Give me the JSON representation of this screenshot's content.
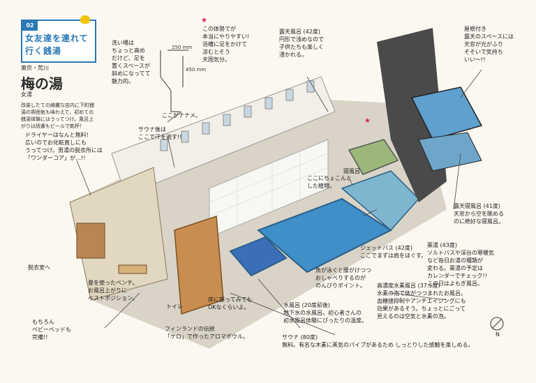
{
  "header": {
    "number": "02",
    "series_title": "女友達を連れて行く銭湯",
    "location": "東京・荒川",
    "name": "梅の湯",
    "subtitle": "女湯",
    "description": "改装したての綺麗な店内に下町銭湯の雰囲気も味わえて、初めての銭湯体験にはうってつけ。風呂上がりは読書もビールで乾杯！"
  },
  "annotations": {
    "washing_area": "洗い場は\nちょっと高め\nだけど、足を\n置くスペースが\n斜めになってて\n魅力的。",
    "dim_width": "250 mm",
    "dim_height": "450 mm",
    "naname": "ここがナナメ。",
    "rest_posture": "この体勢でが\n本当にやりやすい!\n浴槽に足をかけて\n涼むとそう\n天国気分。",
    "outdoor_bath": "露天風呂 (42度)\n円形で浅めなので\n子供たちも楽しく\n浸かれる。",
    "roofed": "屋根付き\n露天のスペースには\n天窓が光がふり\nそそいで気持ち\nいい〜!!",
    "dryer": "ドライヤーはなんと無料!\n広いのでお化粧直しにも\nうってつけ。男湯の脱衣所には\n「ワンダーコア」が…!!",
    "sauna_after": "サウナ後は\nここで汗を流す!!",
    "sleep_bath": "寝風呂",
    "sneak": "ここにちょこんと\nした植物。",
    "open_air_sleep": "露天寝風呂 (41度)\n天窓から空を眺める\nのに絶好な寝風呂。",
    "herbal": "薬湯 (43度)\nソルトバスや深谷の寒暖気\nなど毎日お湯の種類が\n変わる。薬湯の予定は\nカレンダーでチェック!!\nこの日はよもぎ風呂。",
    "jet": "ジェットバス (42度)\nここでまずは肩をほぐす。",
    "underwater": "魚が泳ぐと腰がけつつ\nおしゃべりするのが\nのんびりポイント。",
    "high_carbonic": "高濃度水素風呂 (37.5度)\n水素の泡で体がつつまれたお風呂。\n血糖値抑制やアンチエイジングにも\n効果があるそう。ちょっとにごって\n見えるのは空気と水素の泡。",
    "bench": "畳を使ったベンチ。\nお風呂上がりに\nベストポジション。",
    "locker": "脱衣室へ",
    "baby": "もちろん\nベビーベッドも\n完備!!",
    "cold_bath": "水風呂 (20度前後)\n地下水の水風呂。初心者さんの\n初水風呂体験にぴったりの温度。",
    "sauna_floor": "床に座ってみても\nOKなくらいよ。",
    "finland": "フィンランドの伝統\n「ケロ」で作ったアロマボウル。",
    "sauna": "サウナ (80度)\n無料。有名な木素に蒸気のパイプがあるため しっとりした感触を楽しめる。",
    "toilet": "トイレ",
    "compass": "N"
  },
  "colors": {
    "accent": "#2a78b5",
    "water": "#3f8fc9",
    "tile": "#e9e6dc",
    "wood": "#c98d4f",
    "dark": "#3b3a3a",
    "star": "#d6245c"
  }
}
